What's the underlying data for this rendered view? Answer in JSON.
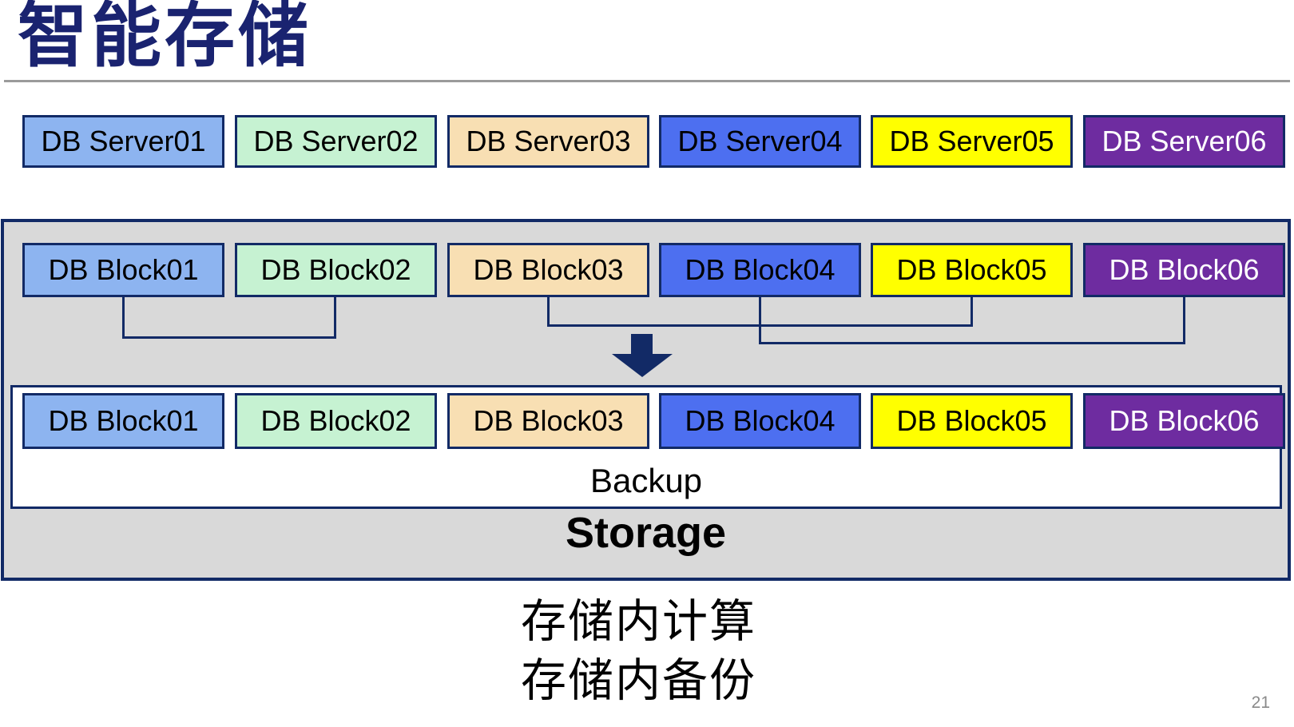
{
  "slide": {
    "title": "智能存储",
    "page_number": "21",
    "annotation": {
      "line1": "存储内计算",
      "line2": "存储内备份"
    }
  },
  "server_row": {
    "items": [
      {
        "label": "DB Server01"
      },
      {
        "label": "DB Server02"
      },
      {
        "label": "DB Server03"
      },
      {
        "label": "DB Server04"
      },
      {
        "label": "DB Server05"
      },
      {
        "label": "DB Server06"
      }
    ]
  },
  "storage_container": {
    "label": "Storage",
    "top_blocks": {
      "items": [
        {
          "label": "DB Block01"
        },
        {
          "label": "DB Block02"
        },
        {
          "label": "DB Block03"
        },
        {
          "label": "DB Block04"
        },
        {
          "label": "DB Block05"
        },
        {
          "label": "DB Block06"
        }
      ]
    },
    "backup_box": {
      "label": "Backup",
      "blocks": {
        "items": [
          {
            "label": "DB Block01"
          },
          {
            "label": "DB Block02"
          },
          {
            "label": "DB Block03"
          },
          {
            "label": "DB Block04"
          },
          {
            "label": "DB Block05"
          },
          {
            "label": "DB Block06"
          }
        ]
      }
    },
    "connectors": [
      {
        "from": "DB Block01",
        "to": "DB Block02"
      },
      {
        "from": "DB Block03",
        "to": "DB Block05"
      },
      {
        "from": "DB Block04",
        "to": "DB Block06"
      }
    ]
  },
  "colors": {
    "navy_line": "#122A66",
    "title_text": "#1A2370",
    "container_fill": "#D9D9D9",
    "divider_gray": "#9B9B9B",
    "page_number_gray": "#8A8A8A",
    "box_border": "#122A66",
    "box_fills": [
      "#8DB4F0",
      "#C6F2D2",
      "#F8DFB3",
      "#4D6FF0",
      "#FFFF00",
      "#6E2CA0"
    ],
    "box_text_dark": "#000000",
    "box_text_light": "#FFFFFF"
  }
}
